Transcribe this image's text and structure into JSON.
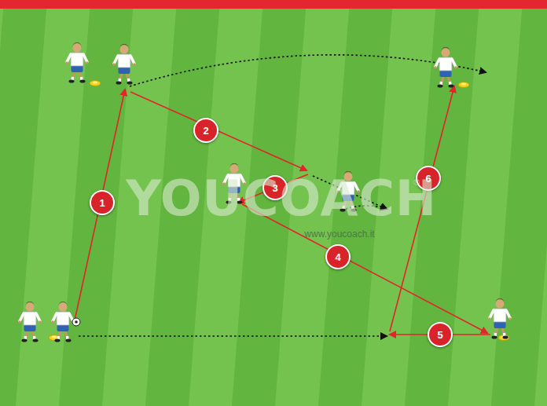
{
  "diagram": {
    "labels": [
      "1",
      "2",
      "3",
      "4",
      "5",
      "6",
      "YOUCOACH",
      "®",
      "www.youcoach.it"
    ]
  }
}
